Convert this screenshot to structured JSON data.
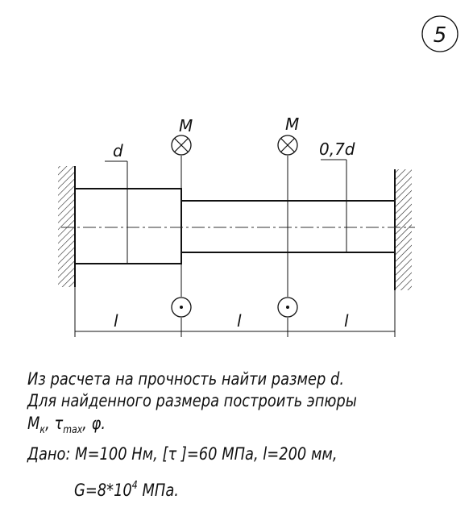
{
  "problem_number": "5",
  "diagram": {
    "torque_labels": [
      "M",
      "M"
    ],
    "diameter_label_left": "d",
    "diameter_label_right": "0,7d",
    "length_labels": [
      "l",
      "l",
      "l"
    ]
  },
  "task": {
    "line1": "Из расчета на прочность найти размер d.",
    "line2": "Для найденного размера построить эпюры",
    "line3": {
      "m_base": "M",
      "m_sub": "к",
      "sep1": ", ",
      "tau_base": "τ",
      "tau_sub": "max",
      "sep2": ", ",
      "phi": "φ."
    },
    "line4": "Дано: M=100 Нм, [τ ]=60 МПа, l=200 мм,",
    "line5": {
      "base": "G=8*10",
      "exp": "4",
      "unit": " МПа."
    }
  }
}
